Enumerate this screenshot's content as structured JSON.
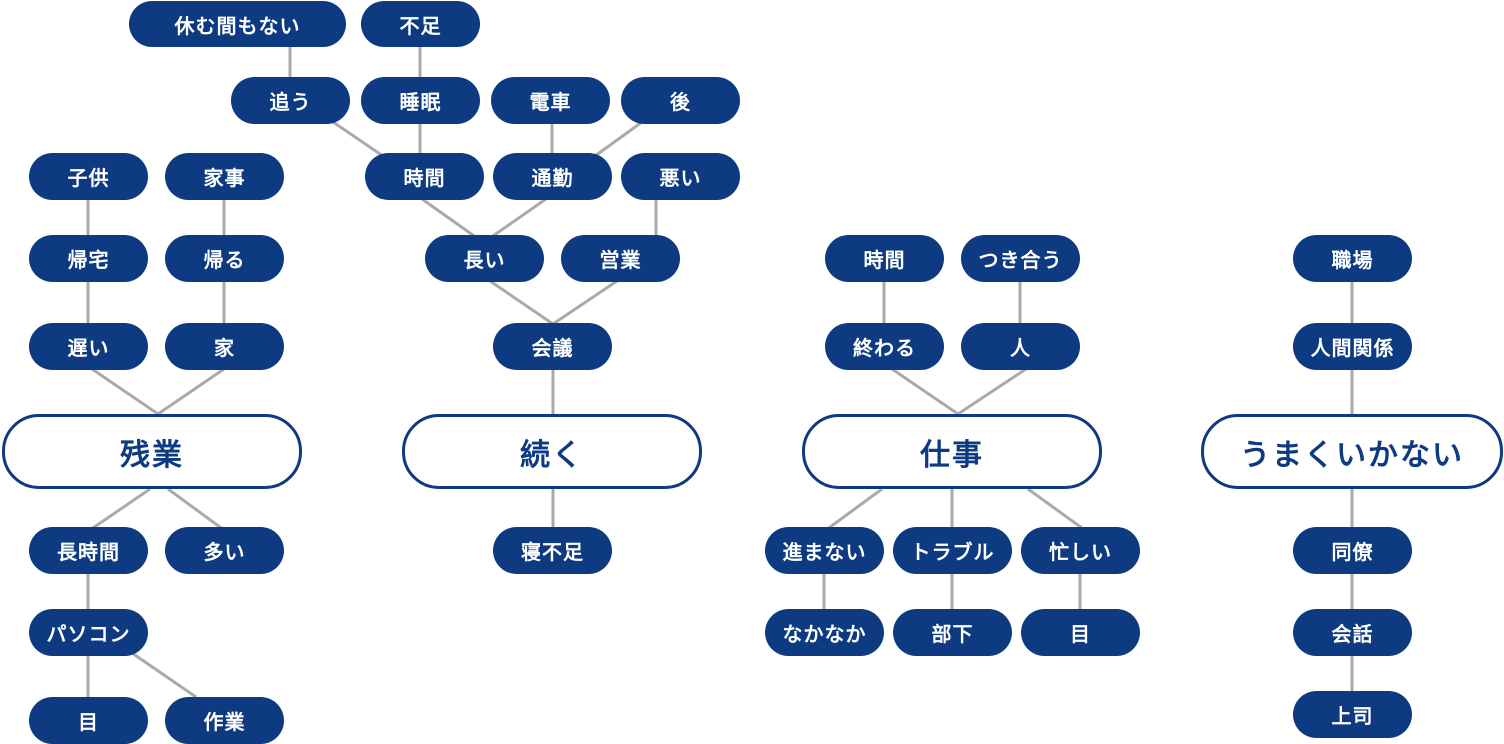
{
  "colors": {
    "node_fill": "#0d3a80",
    "node_text": "#ffffff",
    "main_border": "#0d3a80",
    "main_fill": "#ffffff",
    "edge": "#aaaaaa"
  },
  "nodes": {
    "zangyo": "残業",
    "tsuzuku": "続く",
    "shigoto": "仕事",
    "umakuikanai": "うまくいかない",
    "kodomo": "子供",
    "kaji": "家事",
    "kitaku": "帰宅",
    "kaeru": "帰る",
    "osoi": "遅い",
    "ie": "家",
    "choujikan": "長時間",
    "ooi": "多い",
    "pasokon": "パソコン",
    "me_left": "目",
    "sagyo": "作業",
    "yasumuma": "休む間もない",
    "fusoku": "不足",
    "ou": "追う",
    "suimin": "睡眠",
    "densha": "電車",
    "ato": "後",
    "jikan_mid": "時間",
    "tsukin": "通勤",
    "warui": "悪い",
    "nagai": "長い",
    "eigyo": "営業",
    "kaigi": "会議",
    "nebusoku": "寝不足",
    "jikan_right": "時間",
    "tsukiau": "つき合う",
    "owaru": "終わる",
    "hito": "人",
    "susumanai": "進まない",
    "toraburu": "トラブル",
    "isogashii": "忙しい",
    "nakanaka": "なかなか",
    "buka": "部下",
    "me_right": "目",
    "shokuba": "職場",
    "ningenkankei": "人間関係",
    "douryou": "同僚",
    "kaiwa": "会話",
    "joushi": "上司"
  }
}
